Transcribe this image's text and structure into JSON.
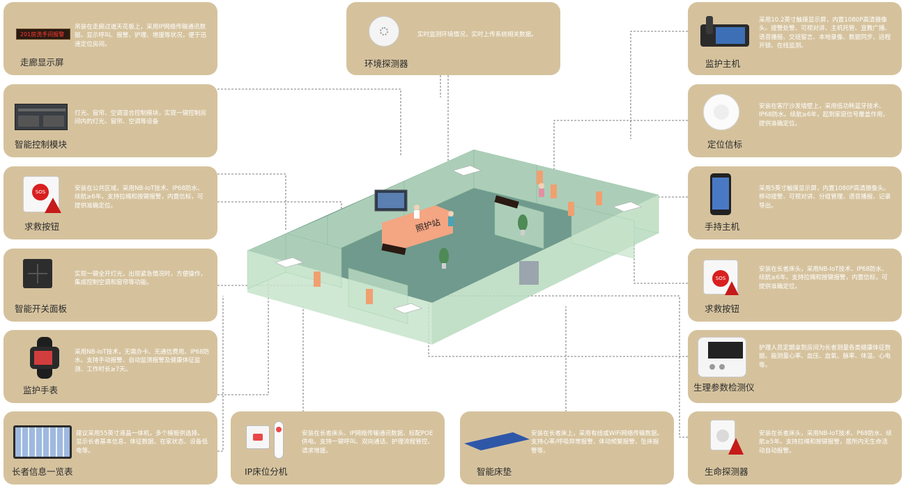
{
  "cards": {
    "corridor": {
      "title": "走廊显示屏",
      "screen_text": "201房洗手间报警",
      "desc": "吊装在走廊过道天花板上，采用IP网络传输通讯数据。显示呼叫、报警、护理、增援等状况，便于迅速定位房间。"
    },
    "env": {
      "title": "环境探测器",
      "desc": "实时监测环境情况，实时上传系统相关数据。"
    },
    "monitor_host": {
      "title": "监护主机",
      "desc": "采用10.2英寸触摸显示屏，内置1080P高清摄像头。接警处警、可视对讲、主机托管、宣教广播、语音播报、交班留言、本地录像、数据同步、远程开锁、在线监测。"
    },
    "smart_control": {
      "title": "智能控制模块",
      "desc": "灯光、窗帘、空调混合控制模块，实现一键控制房间内的灯光、窗帘、空调等设备"
    },
    "beacon": {
      "title": "定位信标",
      "desc": "安装在客厅沙发墙壁上，采用低功耗蓝牙技术、IP68防水。续航≥6年，起到家庭信号覆盖作用，提供准确定位。"
    },
    "sos_left": {
      "title": "求救按钮",
      "desc": "安装在公共区域，采用NB-IoT技术、IP68防水、续航≥6年。支持拉绳和按键报警，内置信标，可提供准确定位。",
      "button_label": "SOS"
    },
    "handheld": {
      "title": "手持主机",
      "desc": "采用5英寸触摸显示屏，内置1080P高清摄像头。移动接警、可视对讲、分组管理、语音播报、记录导出。"
    },
    "switch": {
      "title": "智能开关面板",
      "desc": "实现一键全开灯光，出现紧急情况时，方便操作，集成控制空调和窗帘等功能。"
    },
    "sos_right": {
      "title": "求救按钮",
      "desc": "安装在长者床头，采用NB-IoT技术、IP68防水、续航≥6年。支持拉绳和按键报警，内置信标，可提供准确定位。",
      "button_label": "SOS"
    },
    "watch": {
      "title": "监护手表",
      "desc": "采用NB-IoT技术，无需办卡、无通信费用、IP68防水。支持手动报警、自动监测报警及健康体征监测、工作时长≥7天。"
    },
    "vitals": {
      "title": "生理参数检测仪",
      "desc": "护理人员定期拿到房间为长者测量各类健康体征数据。能测量心率、血压、血氧、脉率、体温、心电等。"
    },
    "elder_info": {
      "title": "长者信息一览表",
      "desc": "建议采用55英寸液晶一体机，多个模板供选择。显示长者基本信息、体征数据、在家状态、设备低电等。"
    },
    "bed_ext": {
      "title": "IP床位分机",
      "desc": "安装在长者床头、IP网络传输通讯数据、标配POE供电。支持一键呼叫、双向通话、护理流程管控、请求增援。"
    },
    "mattress": {
      "title": "智能床垫",
      "desc": "安装在长者床上，采用有线或WiFi网络传输数据。支持心率/呼吸异常报警、体动频繁报警、坠床报警等。"
    },
    "life_detector": {
      "title": "生命探测器",
      "desc": "安装在长者床头，采用NB-IoT技术、P68防水、续航≥5年。支持拉绳和按键报警，居所内无生命活动自动报警。"
    }
  },
  "scene": {
    "nurse_station_label": "照护站"
  },
  "colors": {
    "card": "#d5c29d",
    "room_wall": "#c7e4cb",
    "floor": "#6f9a8d",
    "desk": "#f4a582",
    "alarm_red": "#d91f1f"
  }
}
